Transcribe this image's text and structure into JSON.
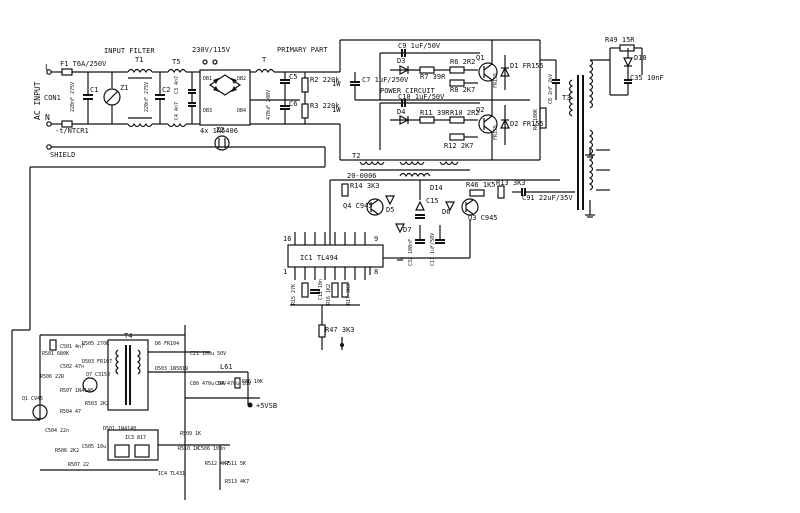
{
  "labels": {
    "ac_input": "AC INPUT",
    "L": "L",
    "N": "N",
    "con1": "CON1",
    "shield": "SHIELD",
    "input_filter": "INPUT FILTER",
    "primary_part": "PRIMARY PART",
    "voltage_select": "230V/115V",
    "power_circuit": "POWER CIRCUIT",
    "plus5vsb": "+5VSB",
    "sixteen": "16",
    "one": "1",
    "eight": "8",
    "nine": "9",
    "w1a": "1W",
    "w1b": "1W"
  },
  "components": {
    "F1": "F1 T6A/250V",
    "T1": "T1",
    "T5": "T5",
    "C1": "C1",
    "C1v": "220nF 275V",
    "C2": "C2",
    "C2v": "220nF 275V",
    "Z1": "Z1",
    "NTCR1": "-t/NTCR1",
    "C3": "C3 4n7",
    "C4": "C4 4n7",
    "DB1": "DB1",
    "DB2": "DB2",
    "DB3": "DB3",
    "DB4": "DB4",
    "bridge": "4x 1N5406",
    "Z2": "Z2",
    "T": "T",
    "C5": "C5",
    "C6": "C6",
    "C56v": "470uF 200V",
    "R2": "R2 220k",
    "R3": "R3 220k",
    "C7": "C7 1uF/250V",
    "C9": "C9 1uF/50V",
    "C10": "C10 1uF/50V",
    "D3": "D3",
    "D4": "D4",
    "R7": "R7 39R",
    "R11": "R11 39R",
    "R6": "R6 2R2",
    "R10": "R10 2R2",
    "R8": "R8 2K7",
    "R12": "R12 2K7",
    "Q1": "Q1",
    "Q2": "Q2",
    "Q1v": "FR155",
    "Q2v": "FR155",
    "D1": "D1 FR155",
    "D2": "D2 FR155",
    "C8": "C8 2nF 2kV",
    "R4": "R4 100K",
    "T3": "T3",
    "T2": "T2",
    "R49": "R49 15R",
    "D18": "D18",
    "C35": "C35 10nF",
    "R14": "R14 3K3",
    "R46": "R46 1K5",
    "R13": "R13 3K3",
    "C91": "C91 22uF/35V",
    "Q4": "Q4 C945",
    "Q3": "Q3 C945",
    "D5": "D5",
    "D6": "D6",
    "D7": "D7",
    "D14": "D14",
    "C15": "C15",
    "C32": "C32 100nF",
    "C11": "C11 1uF/50V",
    "T20": "20-0006",
    "IC1": "IC1 TL494",
    "R15": "R15 27K",
    "C12": "C12 10n",
    "R16": "R16 1K2",
    "R17": "R17 3K3",
    "R47": "R47 3K3",
    "R501": "R501 680K",
    "C501": "C501 4n7",
    "R505": "R505 270R",
    "D503": "D503 FR107",
    "T4": "T4",
    "D6b": "D6 FR104",
    "C21": "C21 100u 50V",
    "D503b": "D503 1N5819",
    "C502": "C502 47n",
    "R506": "R506 22R",
    "R507": "R507 1N4148",
    "Q7": "Q7 C3150",
    "Q1b": "Q1 C945",
    "R503": "R503 2K2",
    "R504": "R504 47",
    "C504": "C504 22n",
    "D501": "D501 1N4148",
    "C505": "C505 10u",
    "R506b": "R506 2K2",
    "IC3": "IC3 817",
    "C80": "C80 470u 10V",
    "C84": "C84 470u 10V",
    "L61": "L61",
    "R66": "R66 10K",
    "R509": "R509 1K",
    "R510": "R510 1K",
    "C506": "C506 100n",
    "R512": "R512 4K7",
    "R511": "R511 5K",
    "R513": "R513 4K7",
    "IC4": "IC4 TL431",
    "R507b": "R507 22"
  }
}
